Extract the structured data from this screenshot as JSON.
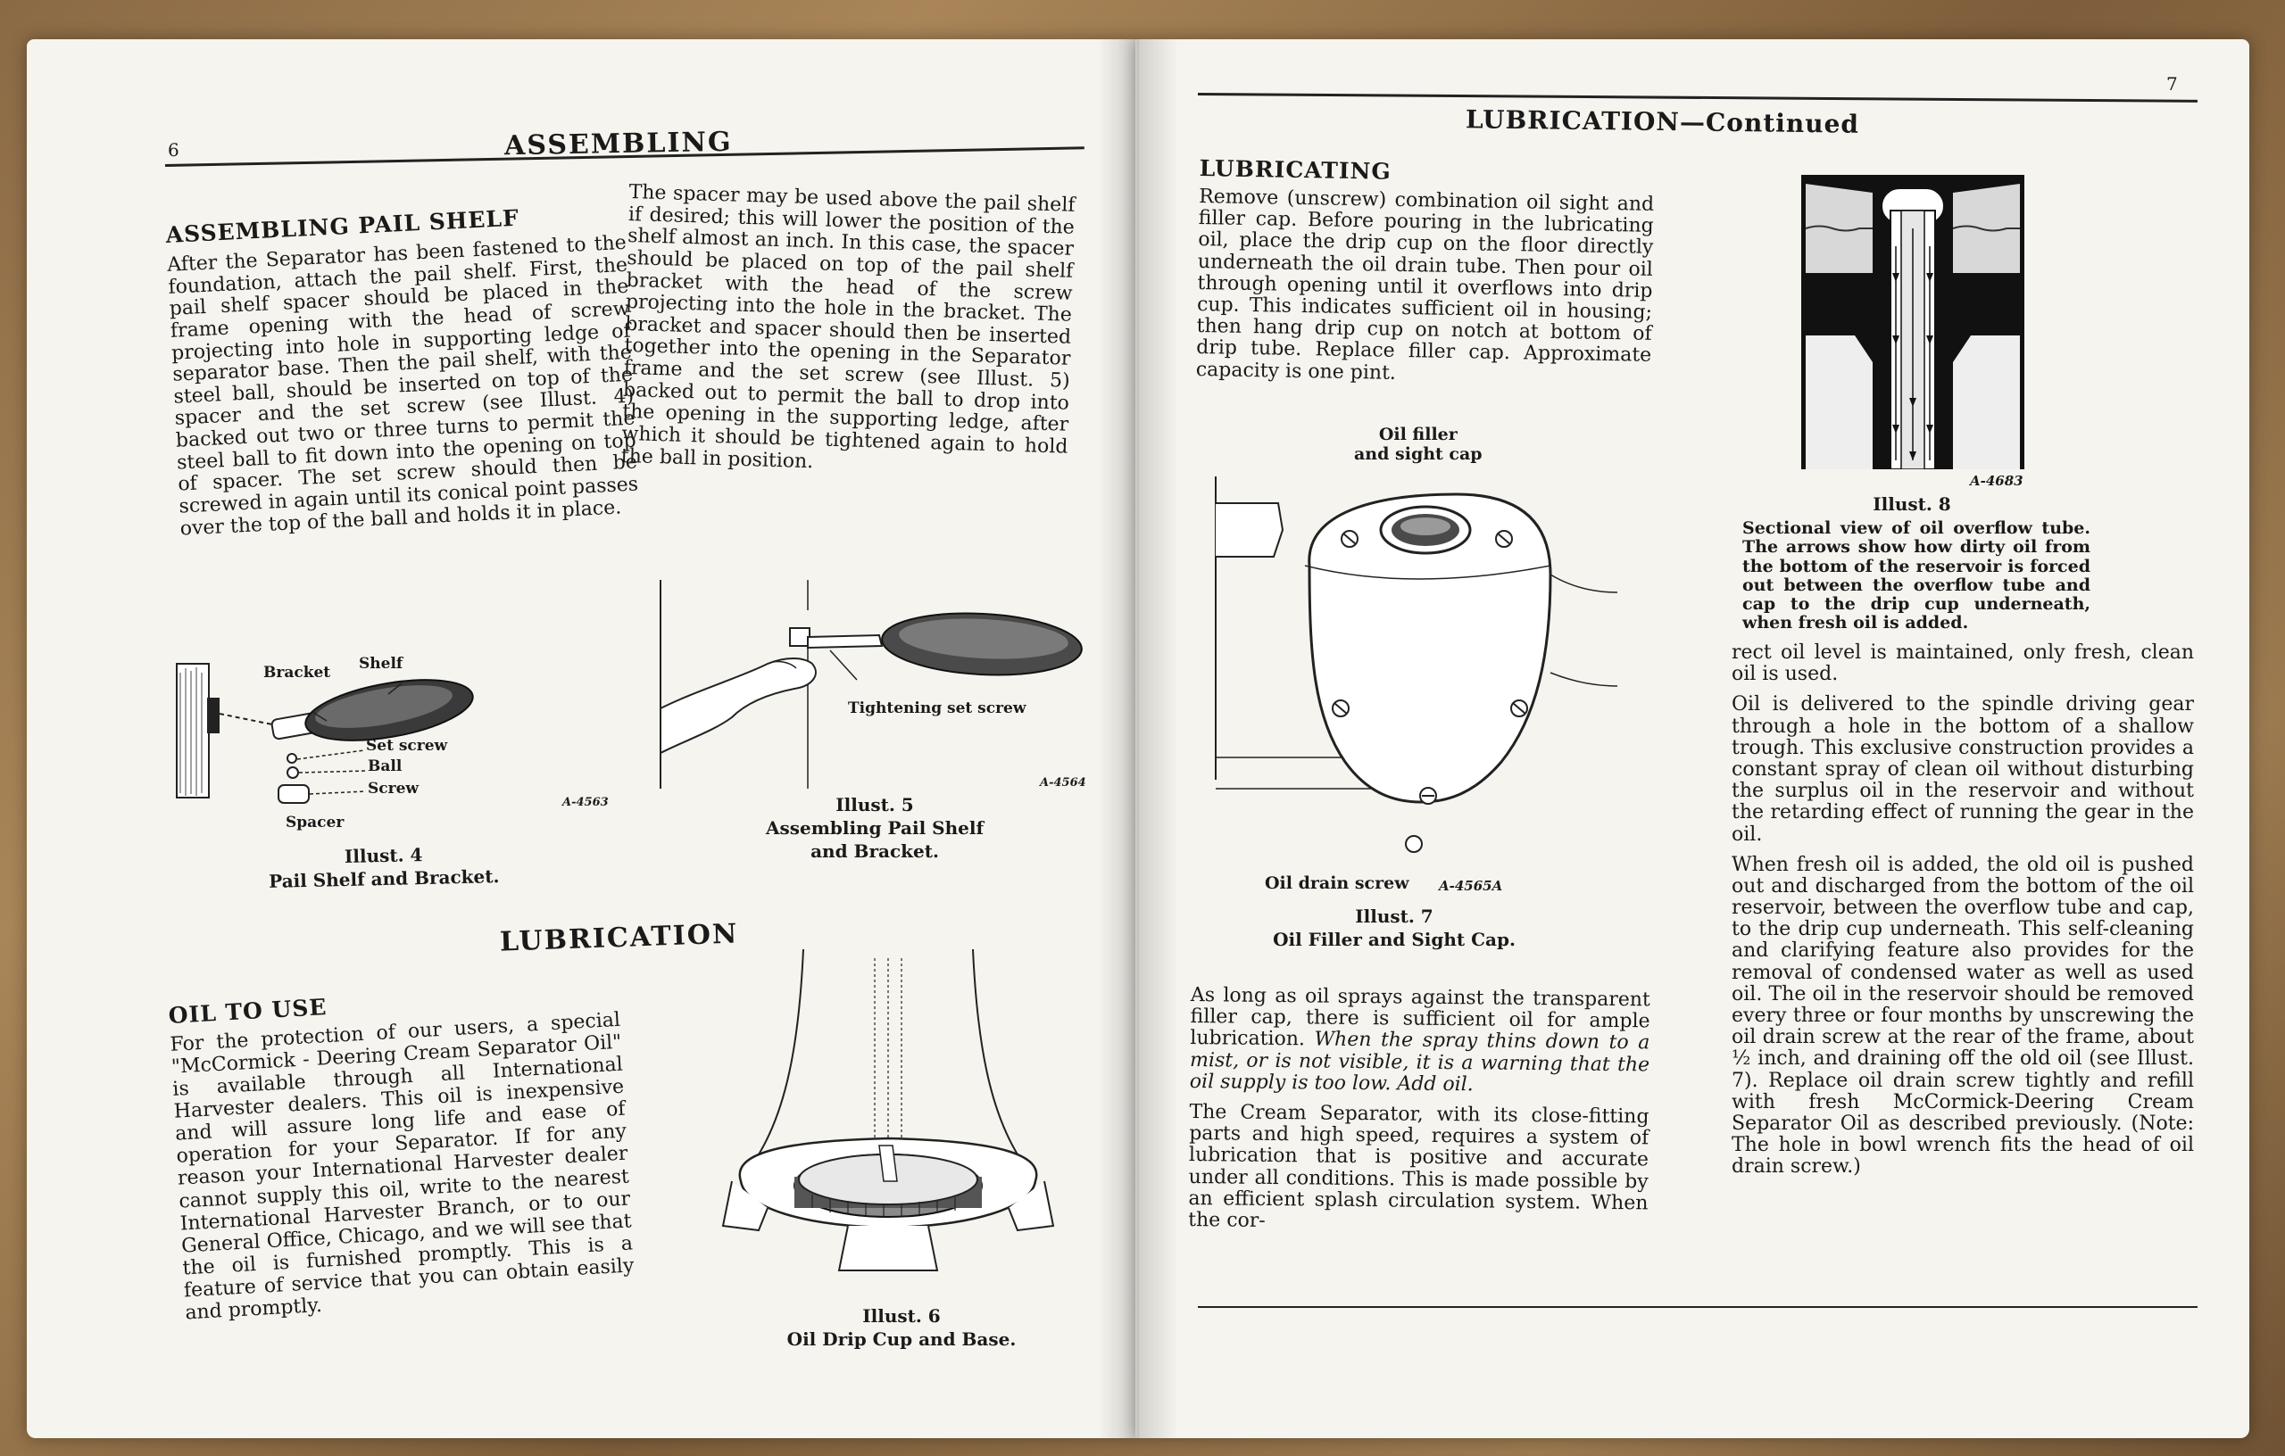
{
  "left_page": {
    "page_number": "6",
    "title": "ASSEMBLING",
    "assembling_pail_shelf": {
      "heading": "ASSEMBLING PAIL SHELF",
      "text": "After the Separator has been fastened to the foundation, attach the pail shelf. First, the pail shelf spacer should be placed in the frame opening with the head of screw projecting into hole in supporting ledge of separator base. Then the pail shelf, with the steel ball, should be inserted on top of the spacer and the set screw (see Illust. 4) backed out two or three turns to permit the steel ball to fit down into the opening on top of spacer. The set screw should then be screwed in again until its conical point passes over the top of the ball and holds it in place."
    },
    "spacer_paragraph": "The spacer may be used above the pail shelf if desired; this will lower the position of the shelf almost an inch. In this case, the spacer should be placed on top of the pail shelf bracket with the head of the screw projecting into the hole in the bracket. The bracket and spacer should then be inserted together into the opening in the Separator frame and the set screw (see Illust. 5) backed out to permit the ball to drop into the opening in the supporting ledge, after which it should be tightened again to hold the ball in position.",
    "illust4": {
      "labels": [
        "Bracket",
        "Shelf",
        "Set screw",
        "Ball",
        "Screw",
        "Spacer"
      ],
      "code": "A-4563",
      "caption_1": "Illust. 4",
      "caption_2": "Pail Shelf and Bracket."
    },
    "illust5": {
      "label": "Tightening set screw",
      "code": "A-4564",
      "caption_1": "Illust. 5",
      "caption_2": "Assembling Pail Shelf",
      "caption_3": "and Bracket."
    },
    "lubrication": {
      "title": "LUBRICATION",
      "oil_heading": "OIL TO USE",
      "oil_text": "For the protection of our users, a special \"McCormick - Deering Cream Separator Oil\" is available through all International Harvester dealers. This oil is inexpensive and will assure long life and ease of operation for your Separator. If for any reason your International Harvester dealer cannot supply this oil, write to the nearest International Harvester Branch, or to our General Office, Chicago, and we will see that the oil is furnished promptly. This is a feature of service that you can obtain easily and promptly."
    },
    "illust6": {
      "caption_1": "Illust. 6",
      "caption_2": "Oil Drip Cup and Base."
    }
  },
  "right_page": {
    "page_number": "7",
    "title": "LUBRICATION—Continued",
    "lubricating": {
      "heading": "LUBRICATING",
      "text": "Remove (unscrew) combination oil sight and filler cap. Before pouring in the lubricating oil, place the drip cup on the floor directly underneath the oil drain tube. Then pour oil through opening until it overflows into drip cup. This indicates sufficient oil in housing; then hang drip cup on notch at bottom of drip tube. Replace filler cap. Approximate capacity is one pint."
    },
    "illust7": {
      "label_top_1": "Oil filler",
      "label_top_2": "and sight cap",
      "label_bottom": "Oil drain screw",
      "code": "A-4565A",
      "caption_1": "Illust. 7",
      "caption_2": "Oil Filler and Sight Cap."
    },
    "illust8": {
      "code": "A-4683",
      "caption_1": "Illust. 8",
      "caption_text": "Sectional view of oil overflow tube. The arrows show how dirty oil from the bottom of the reservoir is forced out between the overflow tube and cap to the drip cup underneath, when fresh oil is added."
    },
    "spray_para_a": "As long as oil sprays against the transparent filler cap, there is sufficient oil for ample lubrication.",
    "spray_para_b": "When the spray thins down to a mist, or is not visible, it is a warning that the oil supply is too low. Add oil.",
    "cream_para": "The Cream Separator, with its close-fitting parts and high speed, requires a system of lubrication that is positive and accurate under all conditions. This is made possible by an efficient splash circulation system. When the cor-",
    "right_col_1": "rect oil level is maintained, only fresh, clean oil is used.",
    "right_col_2": "Oil is delivered to the spindle driving gear through a hole in the bottom of a shallow trough. This exclusive construction provides a constant spray of clean oil without disturbing the surplus oil in the reservoir and without the retarding effect of running the gear in the oil.",
    "right_col_3": "When fresh oil is added, the old oil is pushed out and discharged from the bottom of the oil reservoir, between the overflow tube and cap, to the drip cup underneath. This self-cleaning and clarifying feature also provides for the removal of condensed water as well as used oil. The oil in the reservoir should be removed every three or four months by unscrewing the oil drain screw at the rear of the frame, about ½ inch, and draining off the old oil (see Illust. 7). Replace oil drain screw tightly and refill with fresh McCormick-Deering Cream Separator Oil as described previously. (Note: The hole in bowl wrench fits the head of oil drain screw.)"
  }
}
